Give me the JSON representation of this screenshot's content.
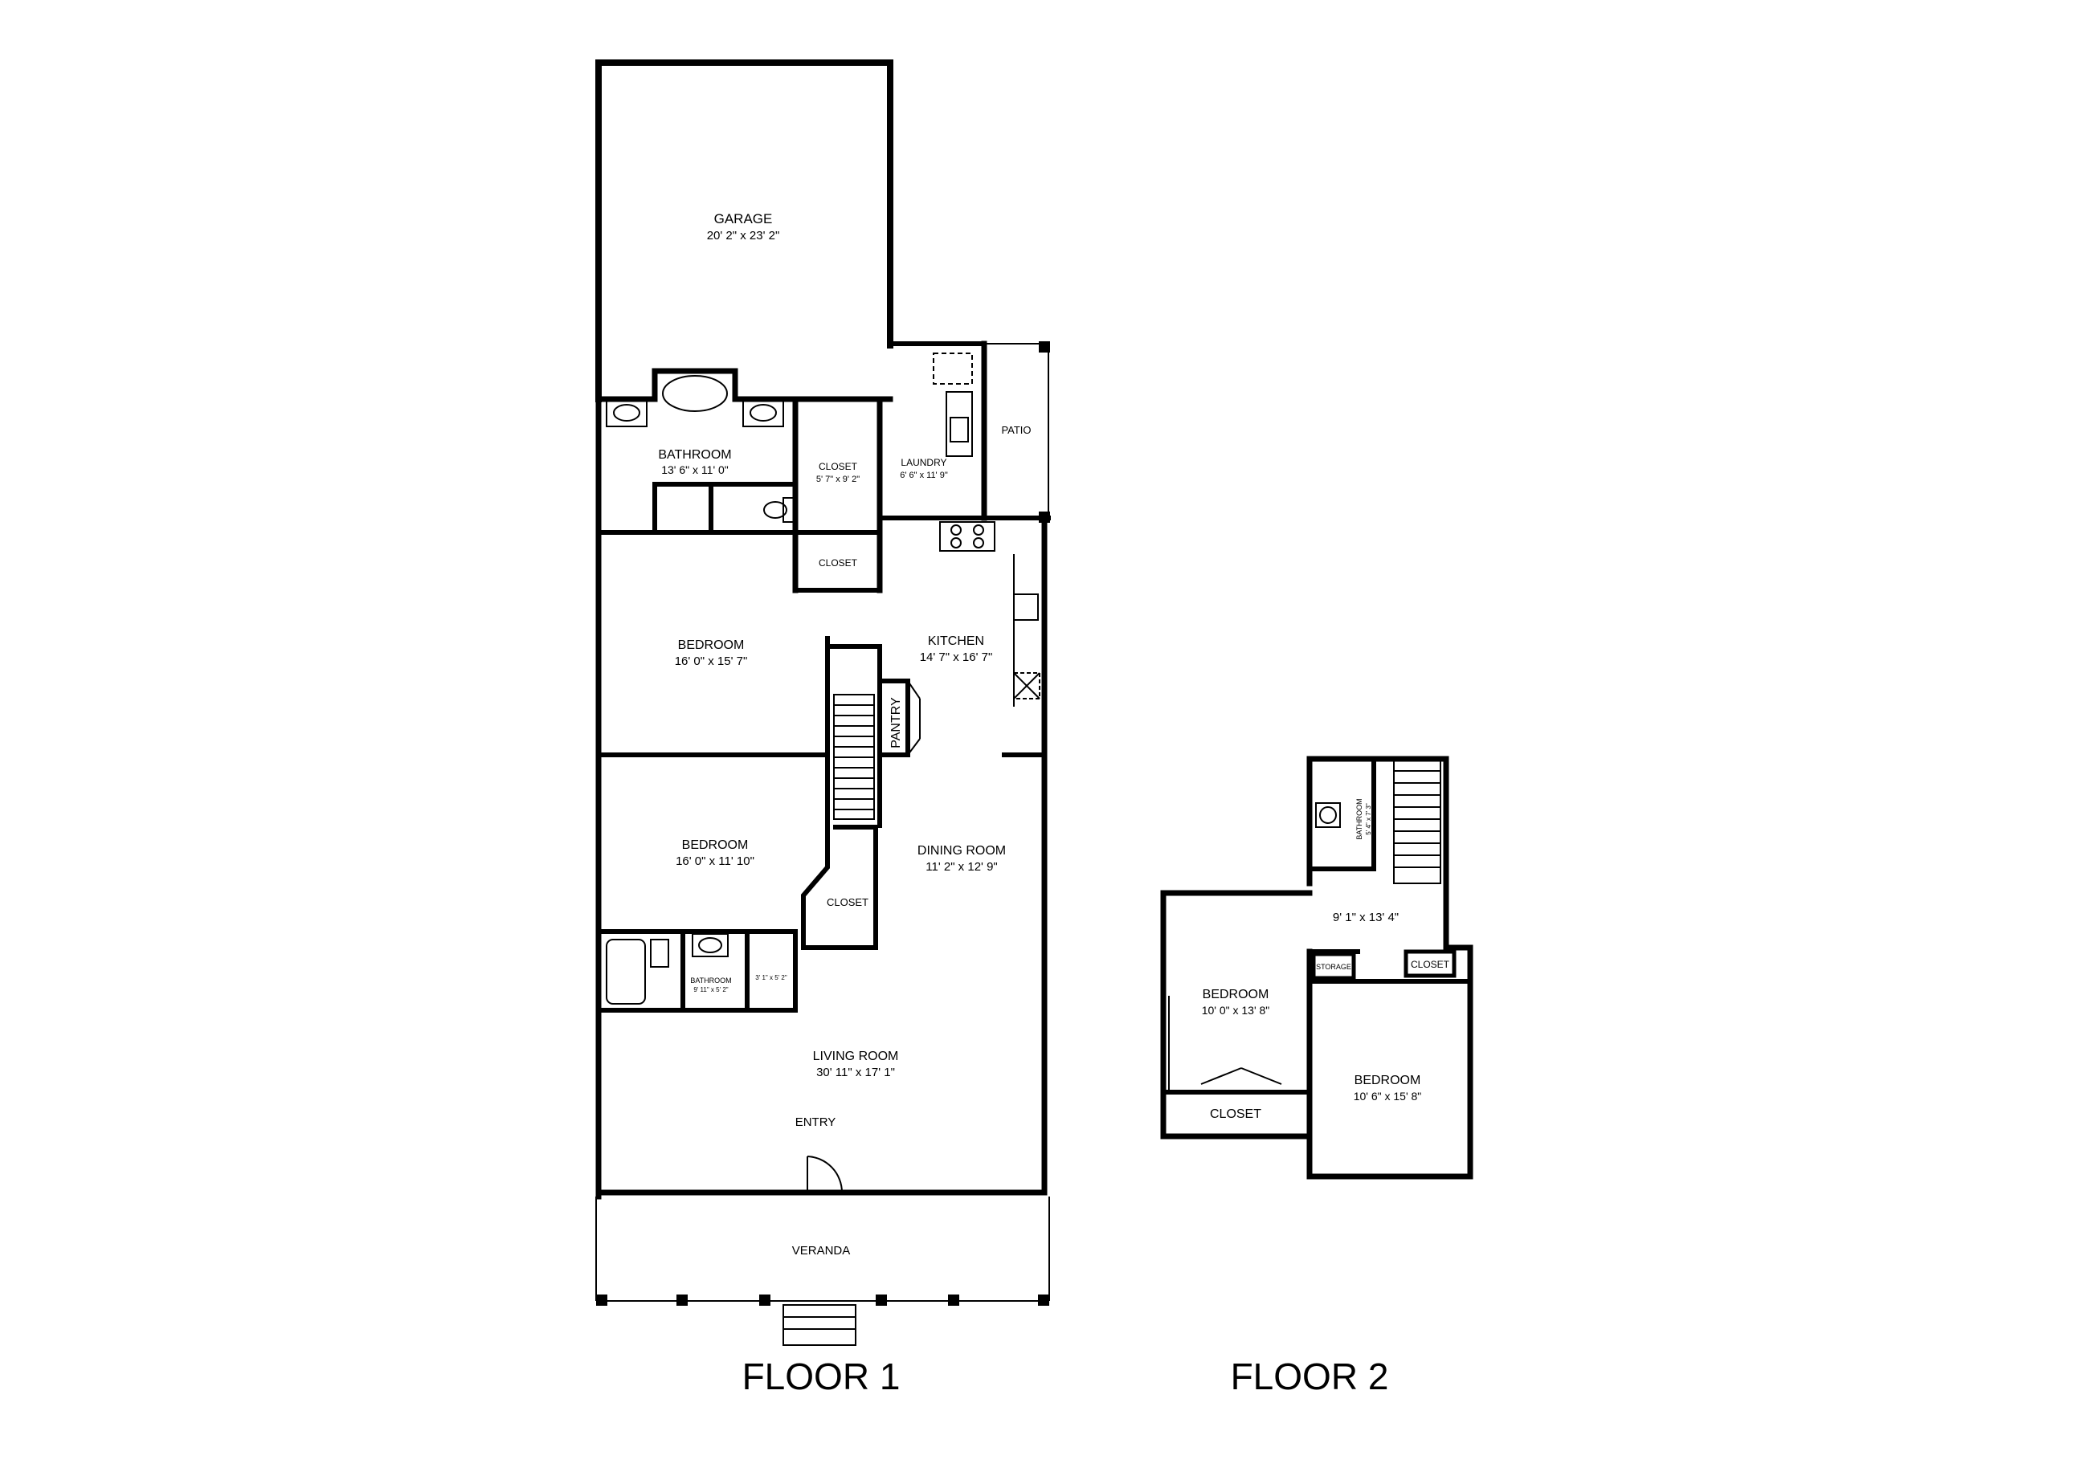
{
  "floor1": {
    "title": "FLOOR 1",
    "rooms": {
      "garage": {
        "name": "GARAGE",
        "dims": "20' 2\" x 23' 2\""
      },
      "bathroom_main": {
        "name": "BATHROOM",
        "dims": "13' 6\" x 11' 0\""
      },
      "closet_a": {
        "name": "CLOSET",
        "dims": "5' 7\" x 9' 2\""
      },
      "laundry": {
        "name": "LAUNDRY",
        "dims": "6' 6\" x 11' 9\""
      },
      "patio": {
        "name": "PATIO"
      },
      "closet_b": {
        "name": "CLOSET"
      },
      "bedroom_1": {
        "name": "BEDROOM",
        "dims": "16' 0\" x 15' 7\""
      },
      "kitchen": {
        "name": "KITCHEN",
        "dims": "14' 7\" x 16' 7\""
      },
      "pantry": {
        "name": "PANTRY"
      },
      "bedroom_2": {
        "name": "BEDROOM",
        "dims": "16' 0\" x 11' 10\""
      },
      "dining_room": {
        "name": "DINING ROOM",
        "dims": "11' 2\" x 12' 9\""
      },
      "closet_c": {
        "name": "CLOSET"
      },
      "bathroom_small": {
        "name": "BATHROOM",
        "dims": "9' 11\" x 5' 2\""
      },
      "hall_small": {
        "dims": "3' 1\" x 5' 2\""
      },
      "living_room": {
        "name": "LIVING ROOM",
        "dims": "30' 11\" x 17' 1\""
      },
      "entry": {
        "name": "ENTRY"
      },
      "veranda": {
        "name": "VERANDA"
      }
    }
  },
  "floor2": {
    "title": "FLOOR 2",
    "rooms": {
      "bathroom": {
        "name": "BATHROOM",
        "dims": "5' 4\" x 7' 3\""
      },
      "landing": {
        "dims": "9' 1\" x 13' 4\""
      },
      "storage": {
        "name": "STORAGE"
      },
      "closet_small": {
        "name": "CLOSET"
      },
      "bedroom_left": {
        "name": "BEDROOM",
        "dims": "10' 0\" x 13' 8\""
      },
      "closet_left": {
        "name": "CLOSET"
      },
      "bedroom_right": {
        "name": "BEDROOM",
        "dims": "10' 6\" x 15' 8\""
      }
    }
  }
}
